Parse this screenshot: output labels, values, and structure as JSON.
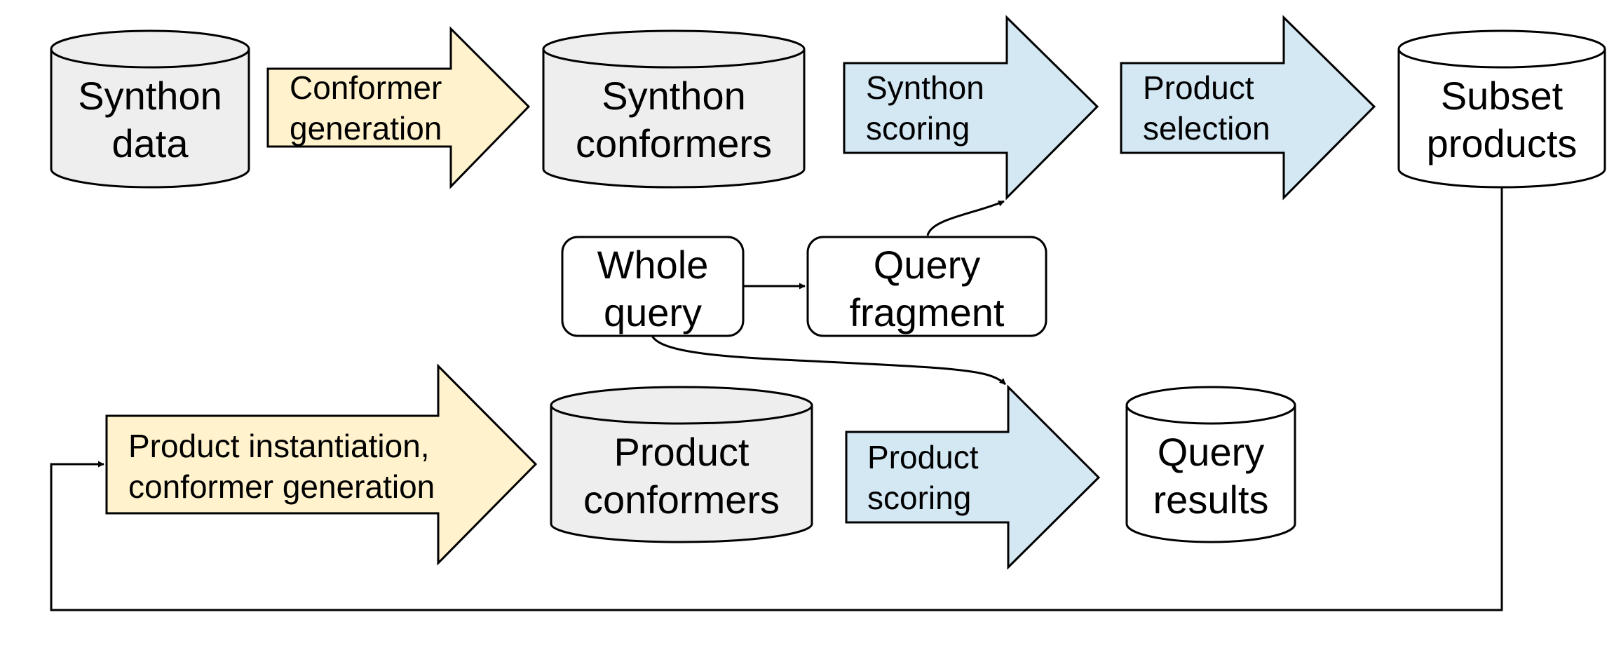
{
  "colors": {
    "storage_gray": "#eeeeee",
    "storage_white": "#ffffff",
    "step_yellow": "#fff2cc",
    "step_blue": "#d4e8f4",
    "line": "#000000"
  },
  "nodes": {
    "synthon_data": {
      "line1": "Synthon",
      "line2": "data",
      "icon": "database-cylinder"
    },
    "conformer_generation": {
      "line1": "Conformer",
      "line2": "generation",
      "icon": "process-arrow"
    },
    "synthon_conformers": {
      "line1": "Synthon",
      "line2": "conformers",
      "icon": "database-cylinder"
    },
    "synthon_scoring": {
      "line1": "Synthon",
      "line2": "scoring",
      "icon": "process-arrow"
    },
    "product_selection": {
      "line1": "Product",
      "line2": "selection",
      "icon": "process-arrow"
    },
    "subset_products": {
      "line1": "Subset",
      "line2": "products",
      "icon": "database-cylinder"
    },
    "whole_query": {
      "line1": "Whole",
      "line2": "query"
    },
    "query_fragment": {
      "line1": "Query",
      "line2": "fragment"
    },
    "product_instantiation": {
      "line1": "Product instantiation,",
      "line2": "conformer generation",
      "icon": "process-arrow"
    },
    "product_conformers": {
      "line1": "Product",
      "line2": "conformers",
      "icon": "database-cylinder"
    },
    "product_scoring": {
      "line1": "Product",
      "line2": "scoring",
      "icon": "process-arrow"
    },
    "query_results": {
      "line1": "Query",
      "line2": "results",
      "icon": "database-cylinder"
    }
  }
}
